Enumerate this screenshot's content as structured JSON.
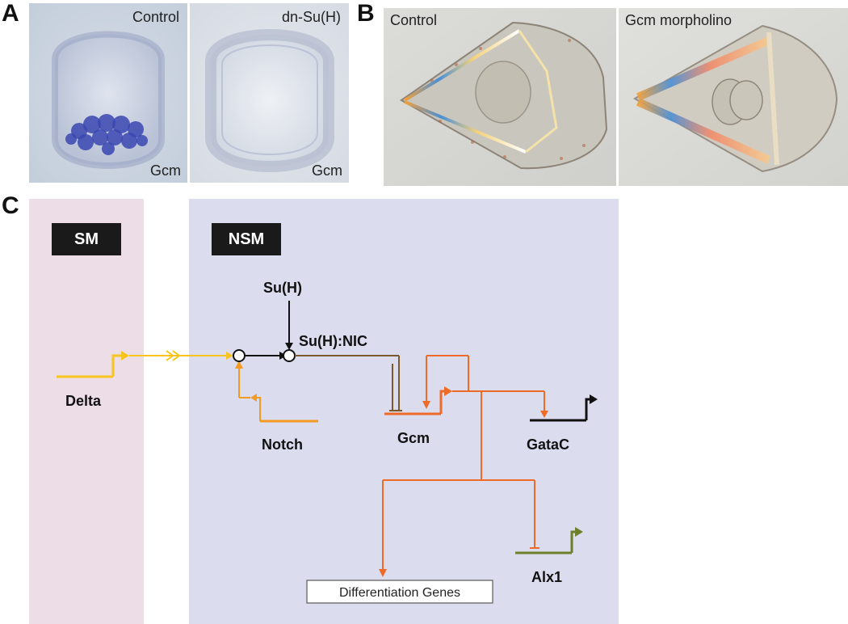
{
  "panels": {
    "a": {
      "letter": "A",
      "images": [
        {
          "top_label": "Control",
          "bottom_label": "Gcm"
        },
        {
          "top_label": "dn-Su(H)",
          "bottom_label": "Gcm"
        }
      ]
    },
    "b": {
      "letter": "B",
      "images": [
        {
          "top_label": "Control"
        },
        {
          "top_label": "Gcm morpholino"
        }
      ]
    },
    "c": {
      "letter": "C",
      "regions": {
        "sm": "SM",
        "nsm": "NSM"
      },
      "nodes": {
        "delta": "Delta",
        "notch": "Notch",
        "suh": "Su(H)",
        "suh_nic": "Su(H):NIC",
        "gcm": "Gcm",
        "gatac": "GataC",
        "alx1": "Alx1",
        "differentiation": "Differentiation Genes"
      }
    }
  },
  "colors": {
    "sm_region": "#ecdde6",
    "nsm_region": "#dcdcef",
    "delta": "#f7c51e",
    "notch": "#f39a25",
    "gcm": "#ee6a27",
    "suh_nic": "#7a5a2c",
    "gatac": "#111111",
    "alx1": "#6e7f2a",
    "black": "#111111"
  }
}
